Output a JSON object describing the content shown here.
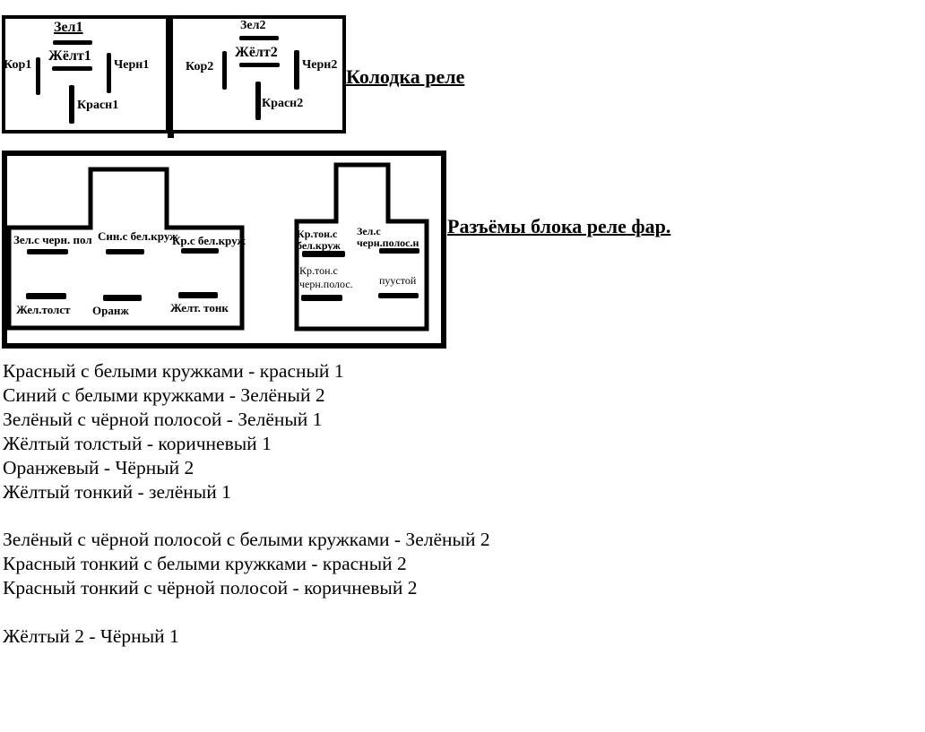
{
  "colors": {
    "ink": "#000000",
    "paper": "#ffffff"
  },
  "relay_block": {
    "title": "Колодка реле",
    "connector1": {
      "zel": "Зел1",
      "zholt": "Жёлт1",
      "kor": "Кор1",
      "chern": "Черн1",
      "krasn": "Красн1"
    },
    "connector2": {
      "zel": "Зел2",
      "zholt": "Жёлт2",
      "kor": "Кор2",
      "chern": "Черн2",
      "krasn": "Красн2"
    }
  },
  "relay_sockets": {
    "title": "Разъёмы блока реле фар.",
    "socket1": {
      "pin1": "Зел.с черн. пол",
      "pin2": "Син.с бел.круж",
      "pin3": "Кр.с бел.круж",
      "pin4": "Жел.толст",
      "pin5": "Оранж",
      "pin6": "Желт. тонк"
    },
    "socket2": {
      "pin1_line1": "Кр.тон.с",
      "pin1_line2": "бел.круж",
      "pin2_line1": "Зел.с",
      "pin2_line2": "черн.полос.н",
      "pin3_line1": "Кр.тон.с",
      "pin3_line2": "черн.полос.",
      "pin4": "пуустой"
    }
  },
  "wiring_legend": {
    "group1": [
      "Красный с белыми кружками - красный 1",
      "Синий с белыми кружками - Зелёный 2",
      "Зелёный с чёрной полосой - Зелёный 1",
      "Жёлтый толстый - коричневый 1",
      "Оранжевый - Чёрный 2",
      "Жёлтый тонкий - зелёный 1"
    ],
    "group2": [
      "Зелёный с чёрной полосой с белыми кружками - Зелёный 2",
      "Красный тонкий с белыми кружками - красный 2",
      "Красный тонкий с чёрной полосой - коричневый 2"
    ],
    "group3": [
      "Жёлтый 2 - Чёрный 1"
    ]
  }
}
